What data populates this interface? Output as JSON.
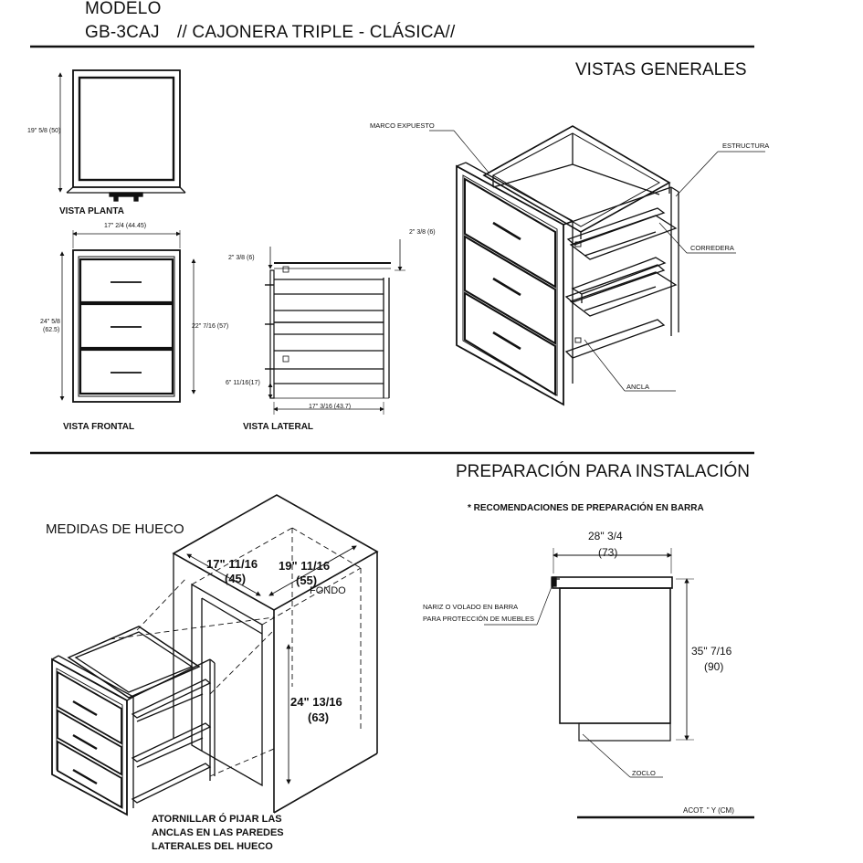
{
  "header": {
    "model_label": "MODELO",
    "model_code": "GB-3CAJ",
    "model_name": "// CAJONERA TRIPLE - CLÁSICA//"
  },
  "general_views": {
    "section_title": "VISTAS GENERALES",
    "plan_view": {
      "caption": "VISTA PLANTA",
      "depth_dim": "19\" 5/8 (50)"
    },
    "front_view": {
      "caption": "VISTA FRONTAL",
      "width_dim": "17\" 2/4 (44.45)",
      "height_dim_line1": "24\" 5/8",
      "height_dim_line2": "(62.5)",
      "inner_height_dim": "22\" 7/16 (57)"
    },
    "side_view": {
      "caption": "VISTA LATERAL",
      "top_dim_left": "2\" 3/8 (6)",
      "top_dim_right": "2\" 3/8 (6)",
      "bottom_dim": "6\" 11/16(17)",
      "depth_dim": "17\" 3/16 (43.7)"
    },
    "isometric": {
      "callouts": {
        "frame": "MARCO EXPUESTO",
        "structure": "ESTRUCTURA",
        "slide": "CORREDERA",
        "anchor": "ANCLA"
      }
    }
  },
  "installation": {
    "section_title": "PREPARACIÓN PARA INSTALACIÓN",
    "recommendation": "* RECOMENDACIONES DE PREPARACIÓN EN BARRA",
    "opening": {
      "title": "MEDIDAS DE HUECO",
      "width_imperial": "17\" 11/16",
      "width_metric": "(45)",
      "depth_imperial": "19\" 11/16",
      "depth_metric": "(55)",
      "depth_label": "FONDO",
      "height_imperial": "24\" 13/16",
      "height_metric": "(63)",
      "note_line1": "ATORNILLAR Ó PIJAR  LAS",
      "note_line2": "ANCLAS EN LAS PAREDES",
      "note_line3": "LATERALES DEL HUECO"
    },
    "bar": {
      "width_imperial": "28\" 3/4",
      "width_metric": "(73)",
      "height_imperial": "35\" 7/16",
      "height_metric": "(90)",
      "nose_note_line1": "NARIZ O VOLADO EN BARRA",
      "nose_note_line2": "PARA PROTECCIÓN DE MUEBLES",
      "plinth_label": "ZOCLO"
    },
    "units_note": "ACOT. \" Y (CM)"
  }
}
